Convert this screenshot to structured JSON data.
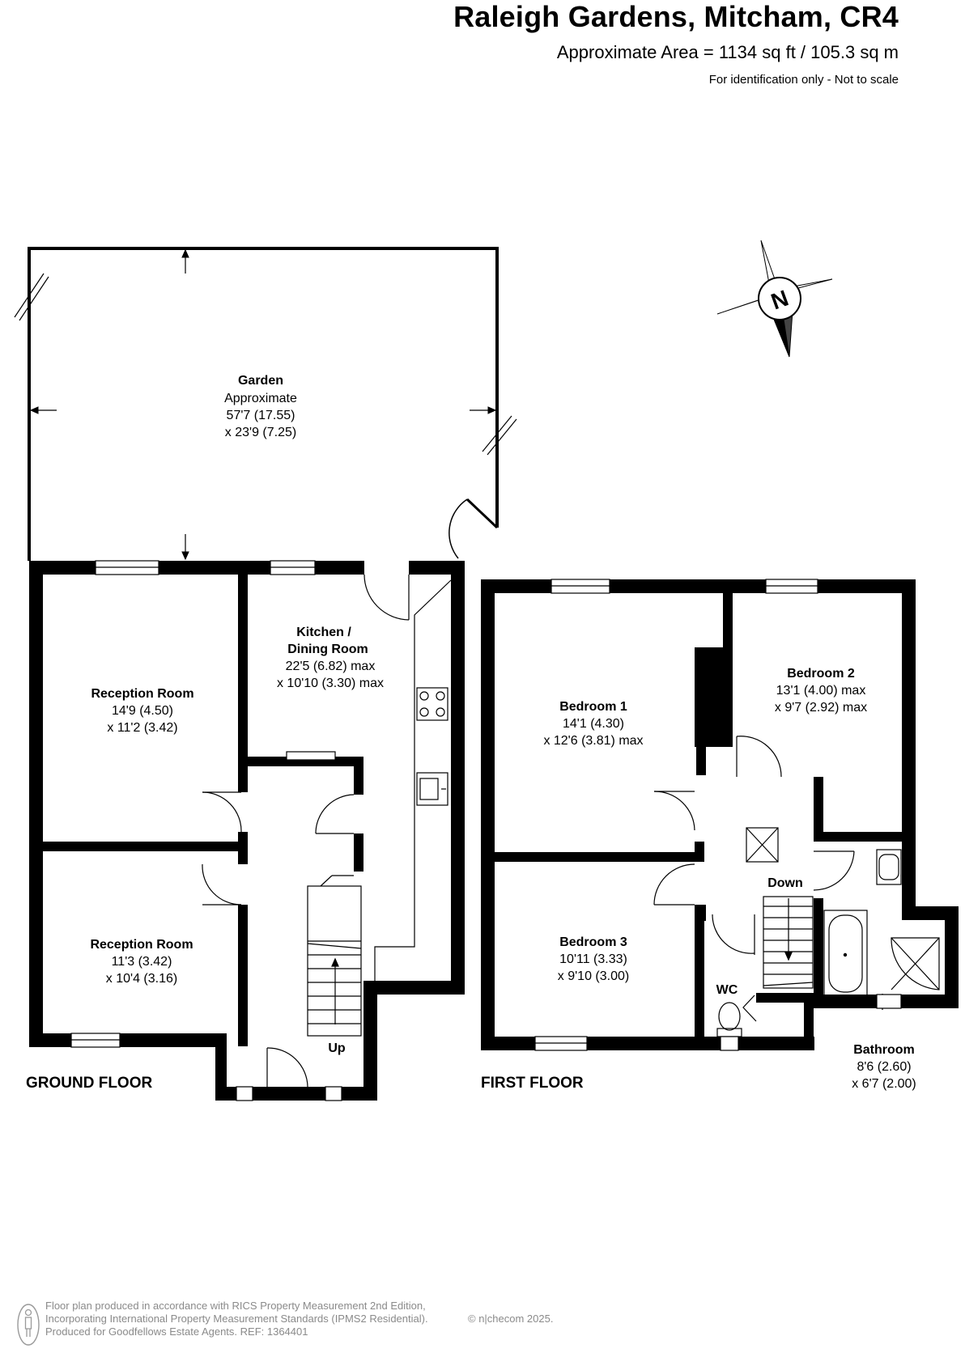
{
  "header": {
    "title": "Raleigh Gardens, Mitcham, CR4",
    "area": "Approximate Area = 1134 sq ft / 105.3 sq m",
    "note": "For identification only - Not to scale"
  },
  "compass": {
    "label": "N"
  },
  "floors": {
    "ground": "GROUND FLOOR",
    "first": "FIRST FLOOR"
  },
  "rooms": {
    "garden": {
      "name": "Garden",
      "line1": "Approximate",
      "line2": "57'7 (17.55)",
      "line3": "x 23'9 (7.25)"
    },
    "kitchen": {
      "name1": "Kitchen /",
      "name2": "Dining Room",
      "line1": "22'5 (6.82) max",
      "line2": "x 10'10 (3.30) max"
    },
    "reception1": {
      "name": "Reception Room",
      "line1": "14'9 (4.50)",
      "line2": "x 11'2 (3.42)"
    },
    "reception2": {
      "name": "Reception Room",
      "line1": "11'3 (3.42)",
      "line2": "x 10'4 (3.16)"
    },
    "bedroom1": {
      "name": "Bedroom 1",
      "line1": "14'1 (4.30)",
      "line2": "x 12'6 (3.81) max"
    },
    "bedroom2": {
      "name": "Bedroom 2",
      "line1": "13'1 (4.00) max",
      "line2": "x 9'7 (2.92) max"
    },
    "bedroom3": {
      "name": "Bedroom 3",
      "line1": "10'11 (3.33)",
      "line2": "x 9'10 (3.00)"
    },
    "wc": {
      "name": "WC"
    },
    "bathroom": {
      "name": "Bathroom",
      "line1": "8'6 (2.60)",
      "line2": "x 6'7 (2.00)"
    }
  },
  "stairs": {
    "up": "Up",
    "down": "Down"
  },
  "footer": {
    "line1": "Floor plan produced in accordance with RICS Property Measurement 2nd Edition,",
    "line2": "Incorporating International Property Measurement Standards (IPMS2 Residential).",
    "copyright": "© n|checom 2025.",
    "line3": "Produced for Goodfellows Estate Agents.   REF: 1364401"
  }
}
